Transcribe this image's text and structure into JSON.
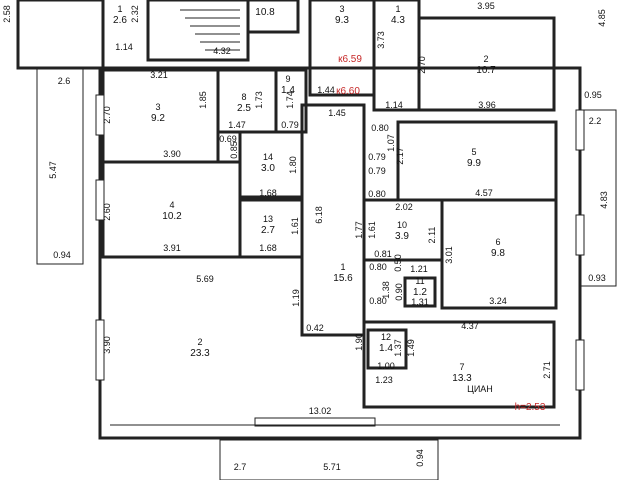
{
  "rooms": [
    {
      "id": "r1a",
      "number": "1",
      "area": "2.6"
    },
    {
      "id": "r1b",
      "number": "1",
      "area": "4.3"
    },
    {
      "id": "r2a",
      "number": "2",
      "area": "10.7"
    },
    {
      "id": "r2b",
      "number": "2",
      "area": "23.3"
    },
    {
      "id": "r3a",
      "number": "3",
      "area": "9.2"
    },
    {
      "id": "r3b",
      "number": "3",
      "area": "9.3"
    },
    {
      "id": "r4",
      "number": "4",
      "area": "10.2"
    },
    {
      "id": "r5",
      "number": "5",
      "area": "9.9"
    },
    {
      "id": "r6",
      "number": "6",
      "area": "9.8"
    },
    {
      "id": "r7",
      "number": "7",
      "area": "13.3"
    },
    {
      "id": "r8",
      "number": "8",
      "area": "2.5"
    },
    {
      "id": "r9",
      "number": "9",
      "area": "1.4"
    },
    {
      "id": "r10",
      "number": "10",
      "area": "3.9"
    },
    {
      "id": "r11",
      "number": "11",
      "area": "1.2"
    },
    {
      "id": "r12",
      "number": "12",
      "area": "1.4"
    },
    {
      "id": "r13",
      "number": "13",
      "area": "2.7"
    },
    {
      "id": "r14",
      "number": "14",
      "area": "3.0"
    },
    {
      "id": "rc",
      "number": "1",
      "area": "15.6"
    },
    {
      "id": "rtop",
      "number": "",
      "area": "10.8"
    }
  ],
  "dimensions": [
    "2.58",
    "2.32",
    "1.14",
    "4.32",
    "3.95",
    "4.85",
    "3.73",
    "2.70",
    "3.21",
    "1.85",
    "1.73",
    "1.74",
    "1.47",
    "0.79",
    "3.96",
    "0.95",
    "2.2",
    "1.14",
    "1.45",
    "0.80",
    "1.07",
    "2.17",
    "0.69",
    "0.85",
    "3.90",
    "1.80",
    "0.79",
    "0.79",
    "0.80",
    "4.57",
    "4.83",
    "5.47",
    "2.70",
    "2.60",
    "1.68",
    "2.02",
    "6.18",
    "1.61",
    "1.77",
    "2.11",
    "3.01",
    "3.91",
    "1.68",
    "0.81",
    "0.80",
    "0.50",
    "1.21",
    "0.94",
    "0.93",
    "5.69",
    "1.38",
    "0.90",
    "1.31",
    "1.19",
    "0.80",
    "3.24",
    "0.42",
    "4.37",
    "1.90",
    "1.37",
    "1.49",
    "3.90",
    "1.00",
    "1.23",
    "2.71",
    "13.02",
    "2.7",
    "5.71",
    "0.94",
    "2.6",
    "1.61",
    "1.44"
  ],
  "markers": {
    "mark1": "к6.59",
    "mark2": "к6.60",
    "height": "h=2.53"
  },
  "watermark": "ЦИАН"
}
